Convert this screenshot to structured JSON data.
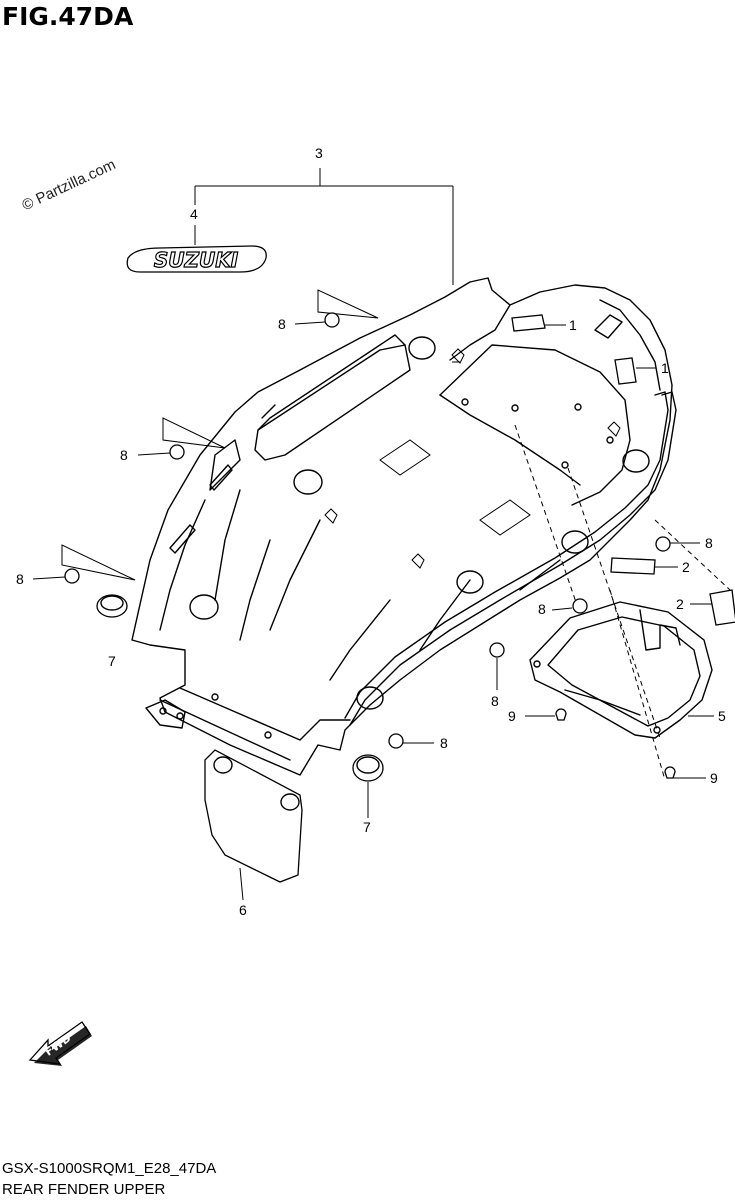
{
  "figure": {
    "title": "FIG.47DA",
    "watermark": "© Partzilla.com",
    "footer_code": "GSX-S1000SRQM1_E28_47DA",
    "footer_name": "REAR FENDER UPPER",
    "emblem_text": "SUZUKI",
    "fwd_text": "FWD"
  },
  "callouts": [
    {
      "id": "c3",
      "label": "3"
    },
    {
      "id": "c4",
      "label": "4"
    },
    {
      "id": "c1a",
      "label": "1"
    },
    {
      "id": "c1b",
      "label": "1"
    },
    {
      "id": "c8a",
      "label": "8"
    },
    {
      "id": "c8b",
      "label": "8"
    },
    {
      "id": "c8c",
      "label": "8"
    },
    {
      "id": "c8d",
      "label": "8"
    },
    {
      "id": "c8e",
      "label": "8"
    },
    {
      "id": "c8f",
      "label": "8"
    },
    {
      "id": "c8g",
      "label": "8"
    },
    {
      "id": "c2a",
      "label": "2"
    },
    {
      "id": "c2b",
      "label": "2"
    },
    {
      "id": "c7a",
      "label": "7"
    },
    {
      "id": "c7b",
      "label": "7"
    },
    {
      "id": "c5",
      "label": "5"
    },
    {
      "id": "c9a",
      "label": "9"
    },
    {
      "id": "c9b",
      "label": "9"
    },
    {
      "id": "c6",
      "label": "6"
    }
  ]
}
